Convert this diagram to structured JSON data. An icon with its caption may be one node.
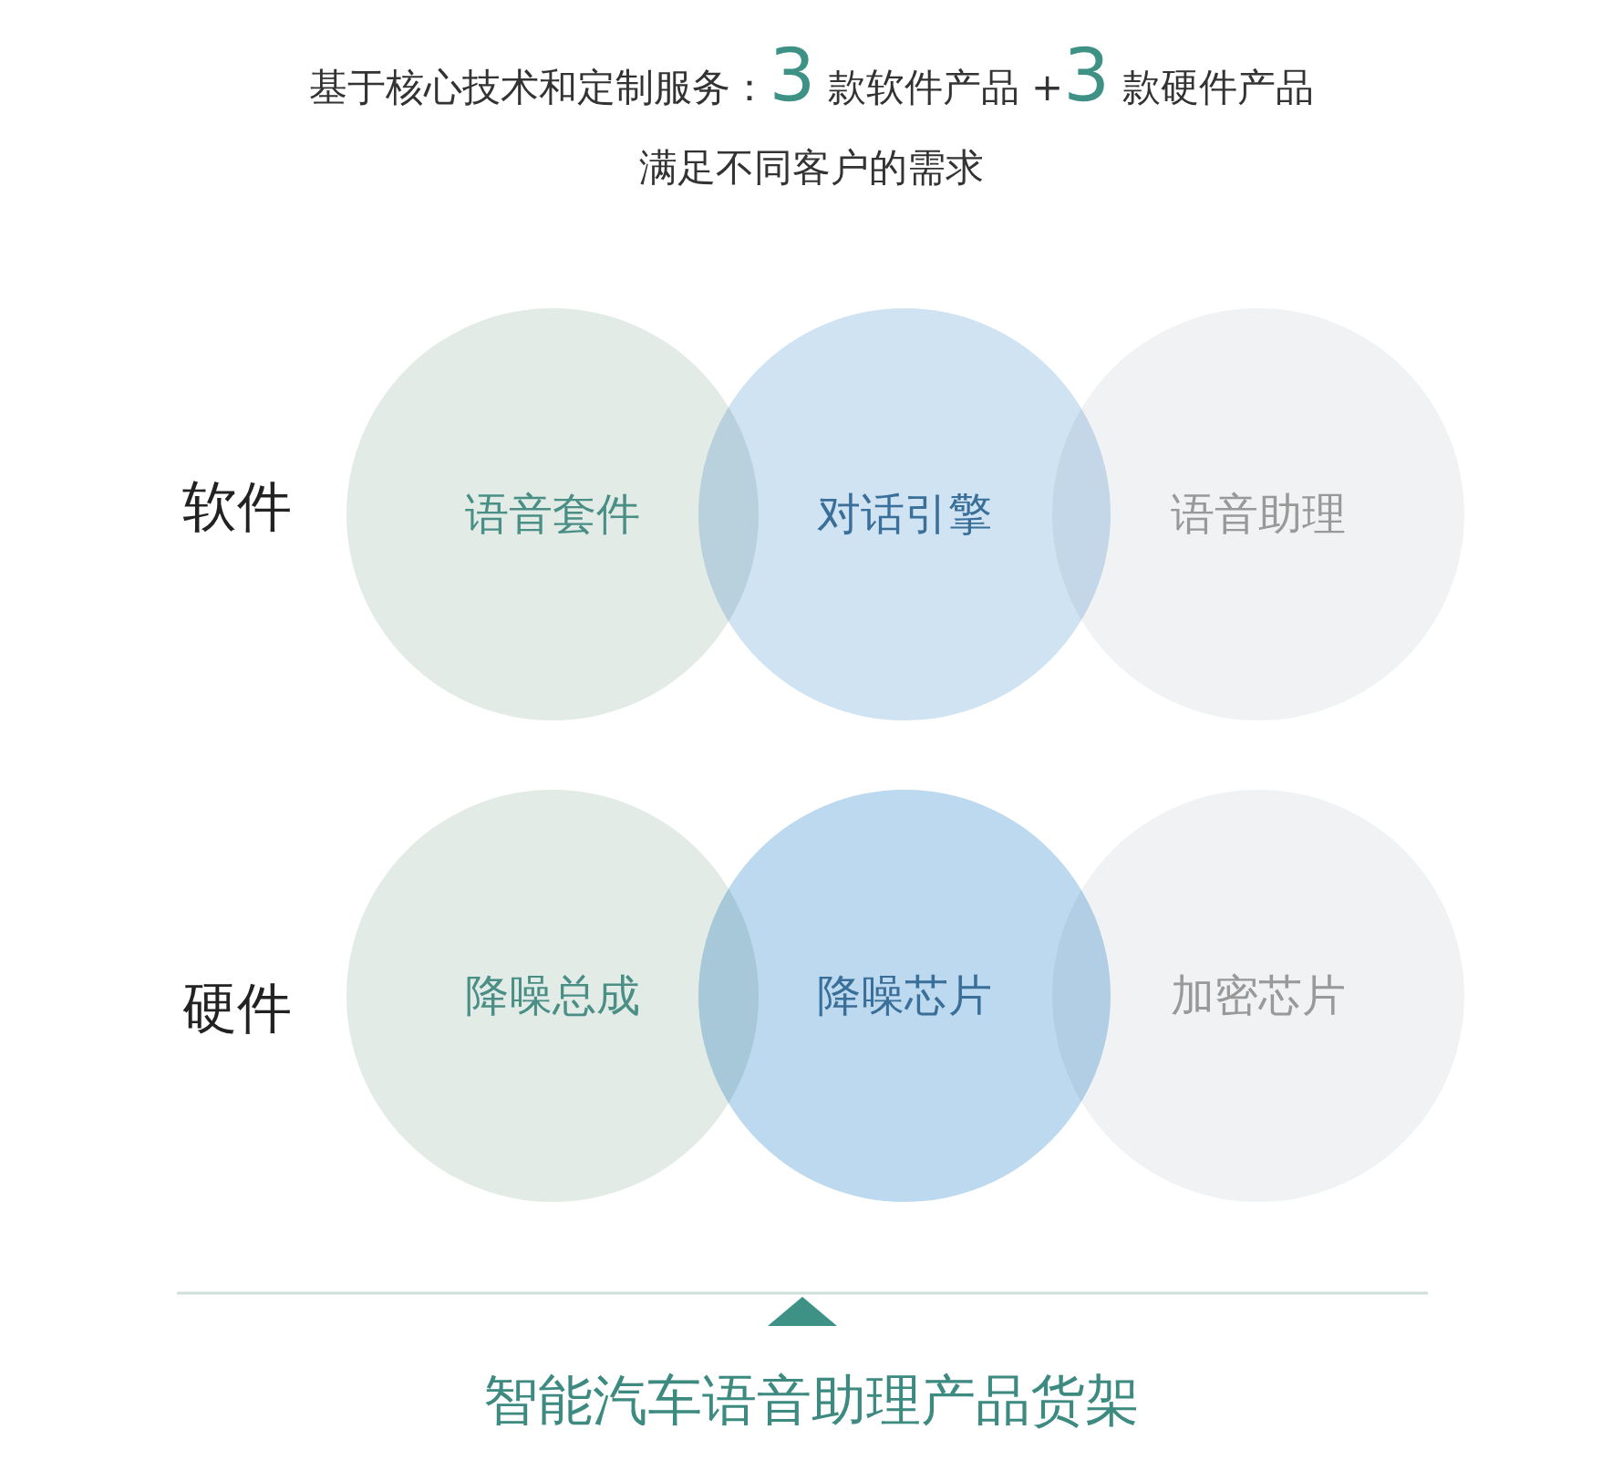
{
  "diagram": {
    "title": "基于核心技术和定制服务：**3** 款软件产品 +**3** 款硬件产品满足不同客户的需求",
    "caption": "智能汽车语音助理产品货架",
    "nodes": [
      {
        "text": [
          "语音套件"
        ]
      },
      {
        "text": [
          "对话引擎"
        ]
      },
      {
        "text": [
          "语音助理"
        ]
      },
      {
        "text": [
          "降噪总成"
        ]
      },
      {
        "text": [
          "降噪芯片"
        ]
      },
      {
        "text": [
          "加密芯片"
        ]
      }
    ],
    "edges": [],
    "labels": [
      "软件",
      "硬件"
    ]
  }
}
